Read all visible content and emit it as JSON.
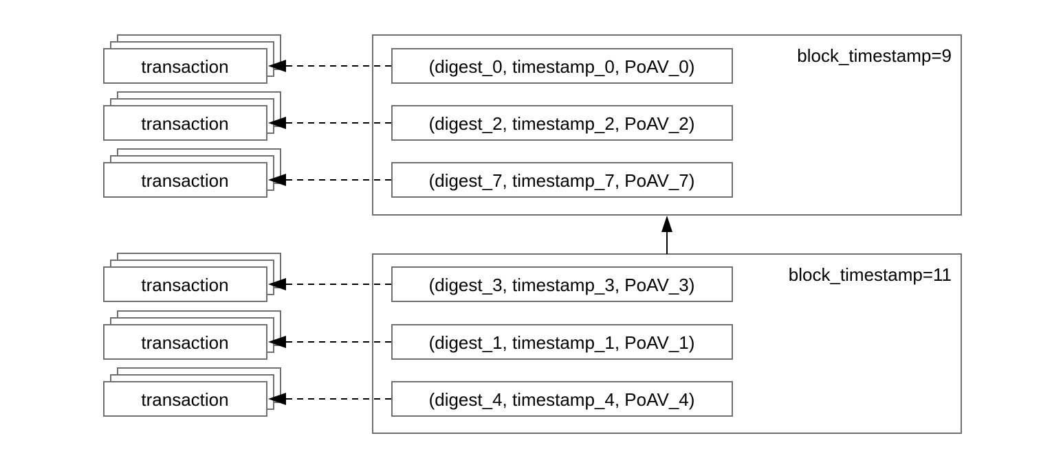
{
  "colors": {
    "box_stroke": "#6f6f6f",
    "line": "#000000",
    "text": "#000000",
    "background": "#ffffff"
  },
  "blocks": [
    {
      "label": "block_timestamp=9",
      "entries": [
        {
          "text": "(digest_0, timestamp_0, PoAV_0)",
          "target": "transaction"
        },
        {
          "text": "(digest_2, timestamp_2, PoAV_2)",
          "target": "transaction"
        },
        {
          "text": "(digest_7, timestamp_7, PoAV_7)",
          "target": "transaction"
        }
      ]
    },
    {
      "label": "block_timestamp=11",
      "entries": [
        {
          "text": "(digest_3, timestamp_3, PoAV_3)",
          "target": "transaction"
        },
        {
          "text": "(digest_1, timestamp_1, PoAV_1)",
          "target": "transaction"
        },
        {
          "text": "(digest_4, timestamp_4, PoAV_4)",
          "target": "transaction"
        }
      ]
    }
  ]
}
